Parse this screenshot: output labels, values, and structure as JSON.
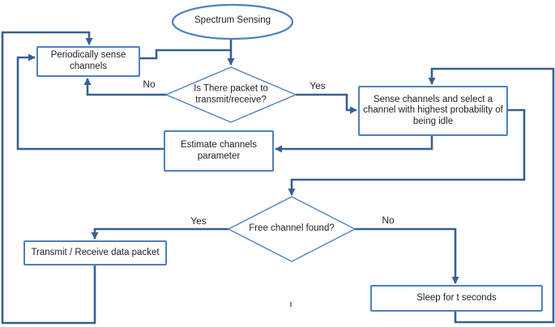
{
  "diagram": {
    "title": "Spectrum Sensing flowchart",
    "colors": {
      "connector": "#376092",
      "shape_outline": "#4f81bd",
      "text": "#1f1f1f",
      "background": "#ffffff"
    },
    "nodes": {
      "start": {
        "type": "terminator-ellipse",
        "label": "Spectrum Sensing"
      },
      "periodically_sense": {
        "type": "process",
        "label": "Periodically sense channels"
      },
      "packet_decision": {
        "type": "decision",
        "label": "Is There packet to transmit/receive?"
      },
      "sense_select": {
        "type": "process",
        "label": "Sense channels and select a channel with highest probability of being idle"
      },
      "estimate": {
        "type": "process",
        "label": "Estimate channels parameter"
      },
      "free_channel_decision": {
        "type": "decision",
        "label": "Free channel found?"
      },
      "transmit": {
        "type": "process",
        "label": "Transmit / Receive data packet"
      },
      "sleep": {
        "type": "process",
        "label": "Sleep for t seconds"
      }
    },
    "edges": [
      {
        "from": "start",
        "to": "packet_decision",
        "label": ""
      },
      {
        "from": "periodically_sense",
        "to": "packet_decision",
        "label": ""
      },
      {
        "from": "packet_decision",
        "to": "periodically_sense",
        "label": "No"
      },
      {
        "from": "packet_decision",
        "to": "sense_select",
        "label": "Yes"
      },
      {
        "from": "sense_select",
        "to": "estimate",
        "label": ""
      },
      {
        "from": "estimate",
        "to": "periodically_sense",
        "label": ""
      },
      {
        "from": "sense_select",
        "to": "free_channel_decision",
        "label": ""
      },
      {
        "from": "free_channel_decision",
        "to": "transmit",
        "label": "Yes"
      },
      {
        "from": "free_channel_decision",
        "to": "sleep",
        "label": "No"
      },
      {
        "from": "transmit",
        "to": "periodically_sense",
        "label": ""
      },
      {
        "from": "sleep",
        "to": "sense_select",
        "label": ""
      }
    ]
  }
}
